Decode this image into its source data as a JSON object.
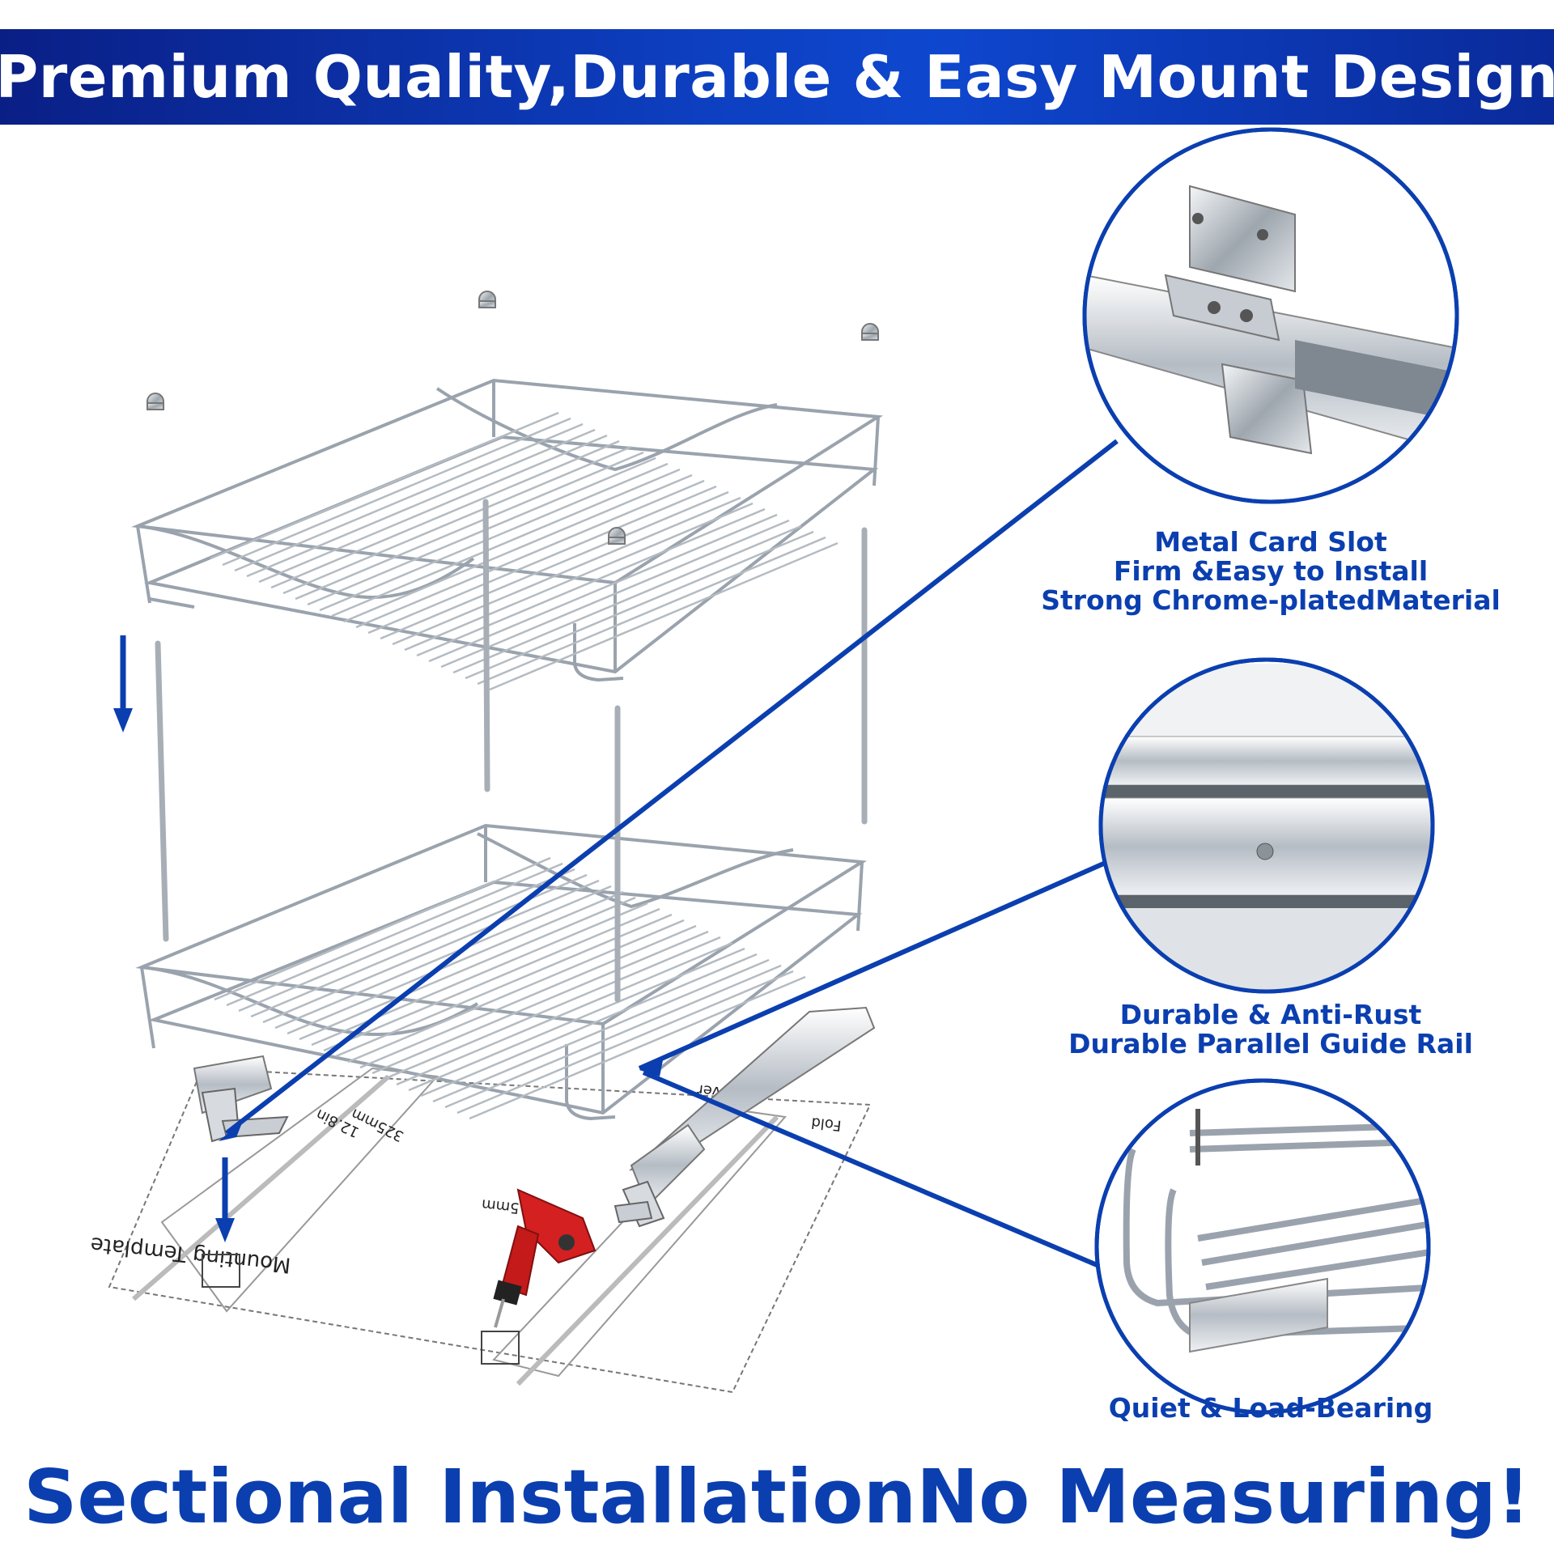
{
  "header": {
    "title": "Premium Quality,Durable & Easy Mount Design"
  },
  "features": [
    {
      "lines": [
        "Metal Card Slot",
        "Firm &Easy to Install",
        "Strong Chrome-platedMaterial"
      ],
      "icon": "metal-card-slot-closeup"
    },
    {
      "lines": [
        "Durable & Anti-Rust",
        "Durable Parallel Guide Rail"
      ],
      "icon": "guide-rail-closeup"
    },
    {
      "lines": [
        "Quiet & Load-Bearing"
      ],
      "icon": "basket-frame-closeup"
    }
  ],
  "template_sheet": {
    "label": "Mounting Template",
    "dim_mm": "325mm",
    "dim_in": "12.8in",
    "drill_size": "ø2.5mm",
    "fold_label": "Fold",
    "over_label": "Over"
  },
  "footer": {
    "tagline": "Sectional InstallationNo Measuring!"
  },
  "colors": {
    "brand_blue": "#0b3fb0",
    "banner_dark": "#0a1f86",
    "chrome": "#9aa3ad"
  }
}
